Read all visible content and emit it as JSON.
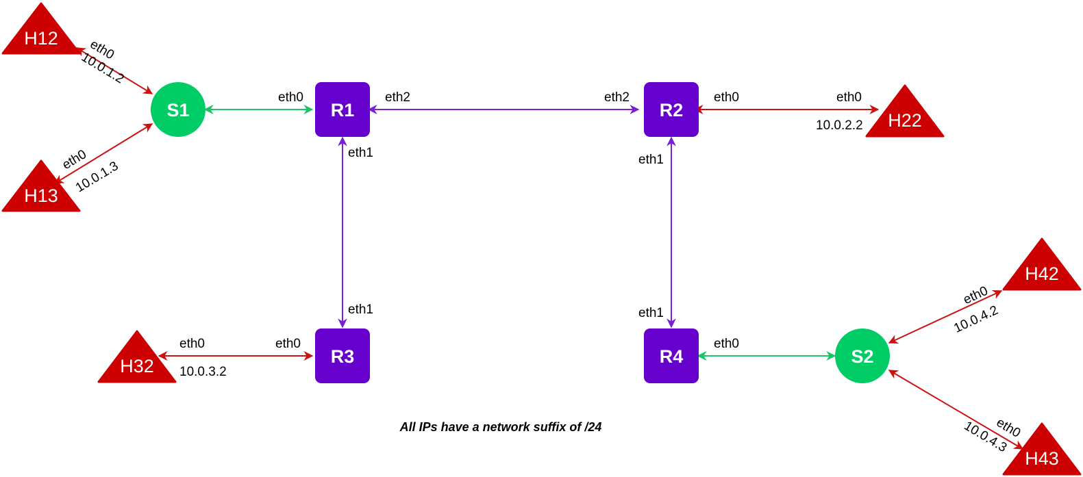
{
  "colors": {
    "router": "#6600cc",
    "switch": "#00cc66",
    "host": "#cc0000",
    "link_router": "#7a1fd6",
    "link_switch": "#19c466",
    "link_host": "#cc1111"
  },
  "nodes": {
    "R1": "R1",
    "R2": "R2",
    "R3": "R3",
    "R4": "R4",
    "S1": "S1",
    "S2": "S2",
    "H12": "H12",
    "H13": "H13",
    "H22": "H22",
    "H32": "H32",
    "H42": "H42",
    "H43": "H43"
  },
  "labels": {
    "h12_eth": "eth0",
    "h12_ip": "10.0.1.2",
    "h13_eth": "eth0",
    "h13_ip": "10.0.1.3",
    "r1_eth0": "eth0",
    "r1_eth1": "eth1",
    "r1_eth2": "eth2",
    "r2_eth0": "eth0",
    "r2_eth1": "eth1",
    "r2_eth2": "eth2",
    "h22_eth": "eth0",
    "h22_ip": "10.0.2.2",
    "r3_eth0": "eth0",
    "r3_eth1": "eth1",
    "h32_eth": "eth0",
    "h32_ip": "10.0.3.2",
    "r4_eth0": "eth0",
    "r4_eth1": "eth1",
    "h42_eth": "eth0",
    "h42_ip": "10.0.4.2",
    "h43_eth": "eth0",
    "h43_ip": "10.0.4.3"
  },
  "note": "All IPs have a network suffix of /24"
}
